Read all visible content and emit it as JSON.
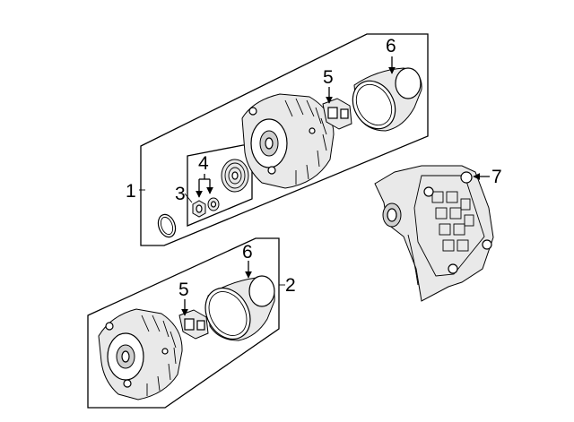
{
  "callouts": {
    "c1": "1",
    "c2": "2",
    "c3": "3",
    "c4": "4",
    "c5_top": "5",
    "c6_top": "6",
    "c5_bottom": "5",
    "c6_bottom": "6",
    "c7": "7"
  },
  "colors": {
    "line": "#000000",
    "background": "#ffffff",
    "shade": "#e9e9e9"
  }
}
